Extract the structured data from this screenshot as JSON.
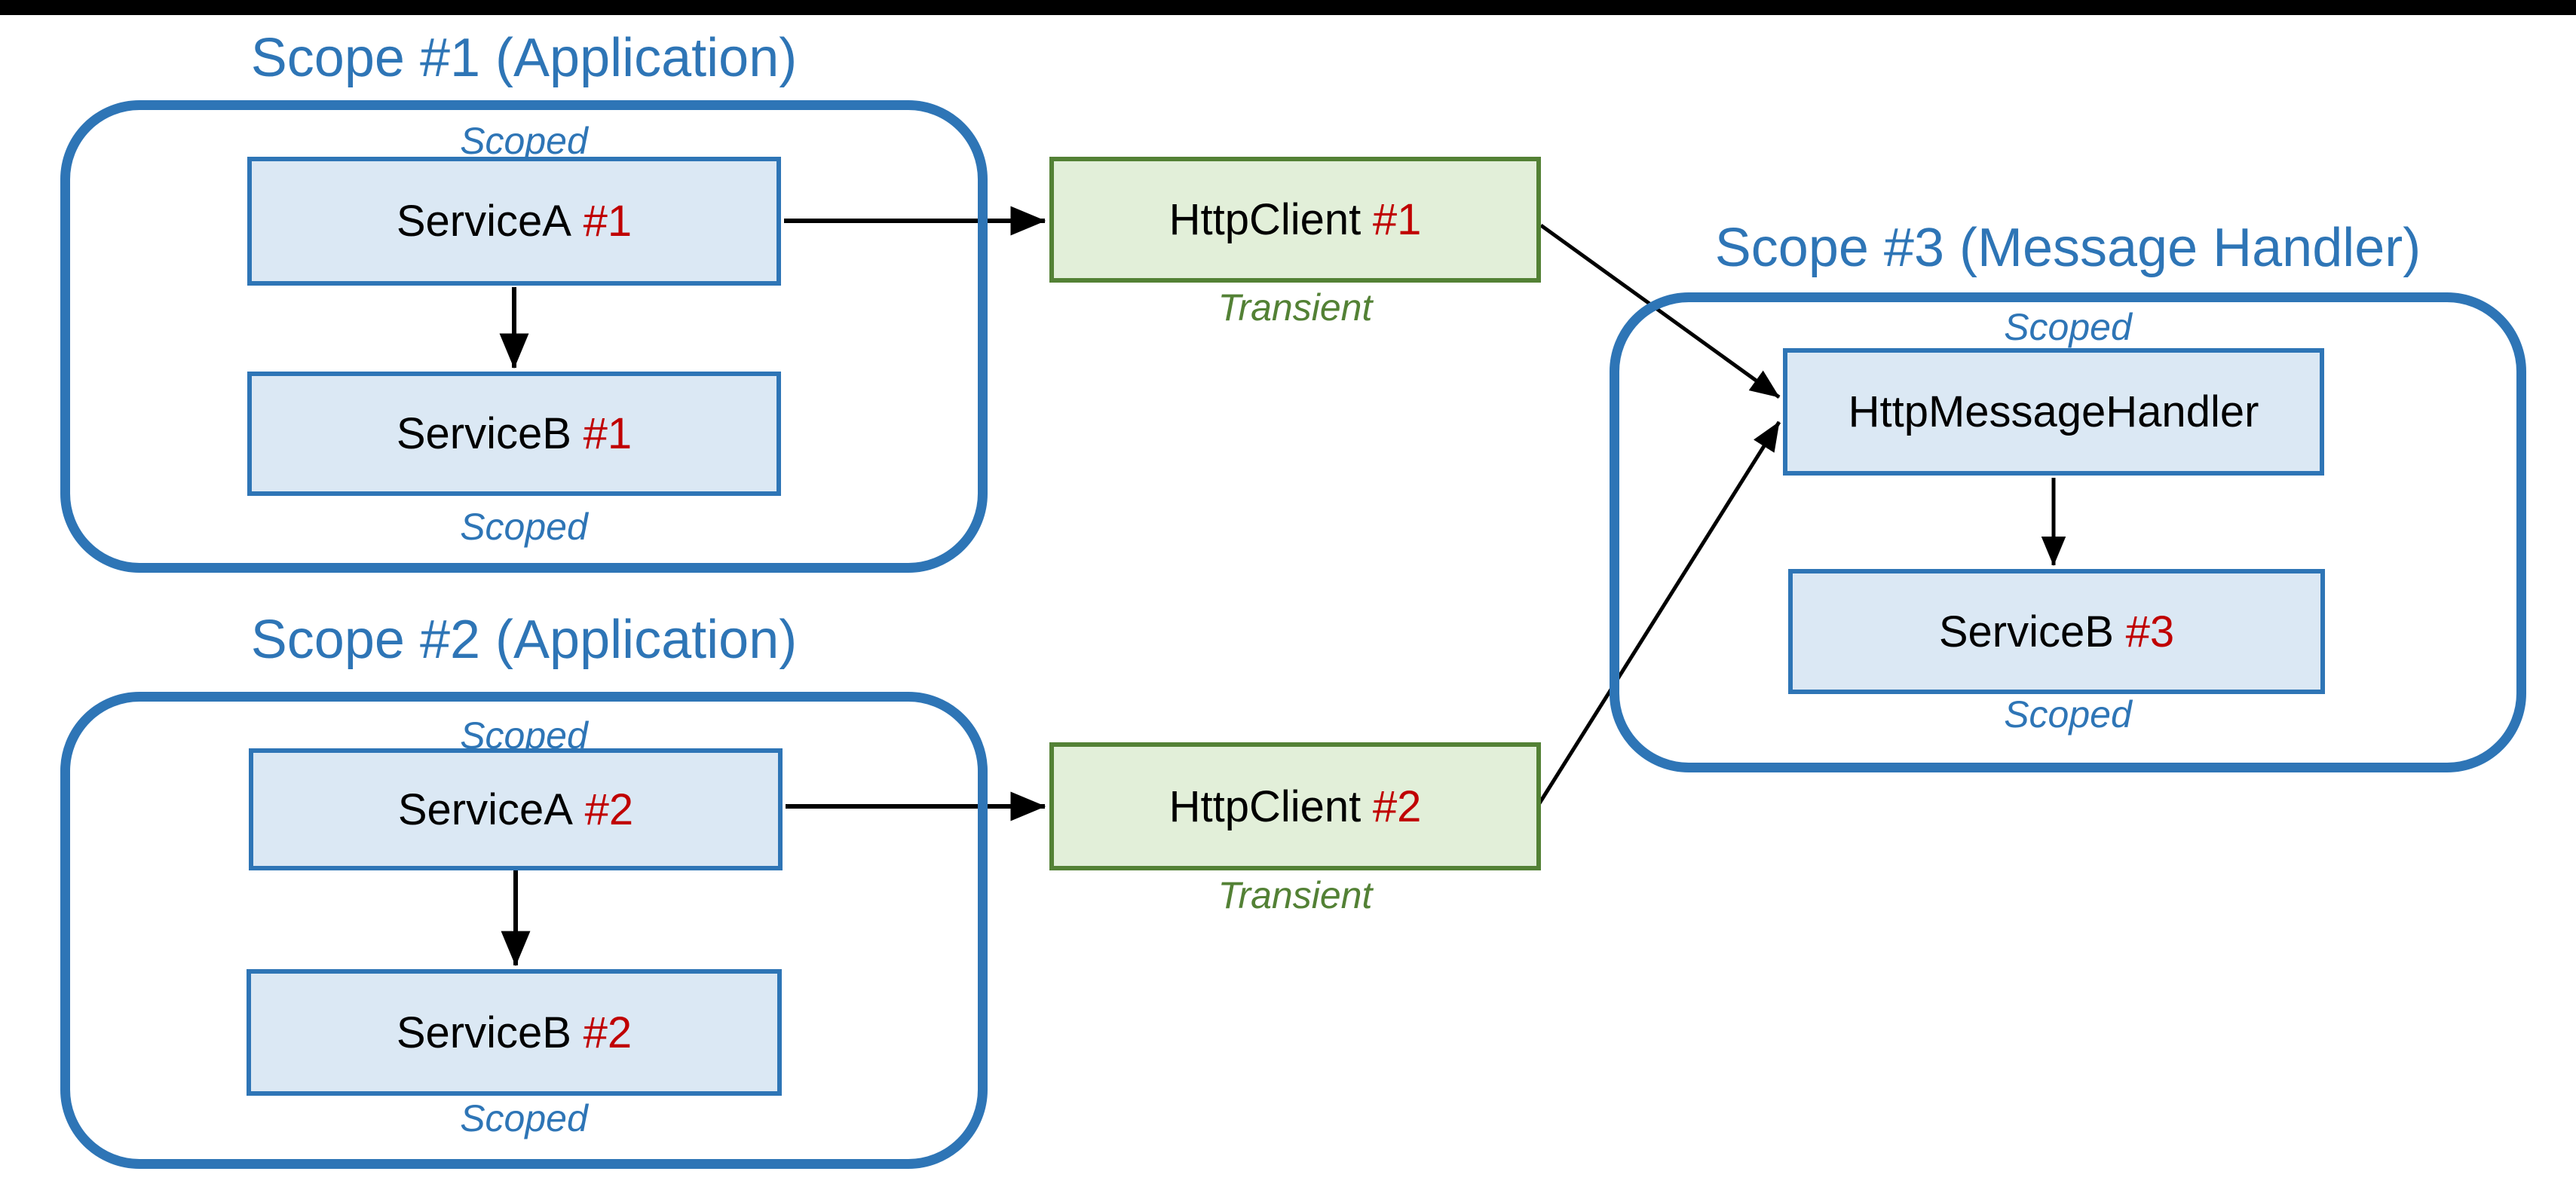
{
  "scope1": {
    "title": "Scope #1 (Application)",
    "scoped_top": "Scoped",
    "scoped_bottom": "Scoped",
    "service_a": {
      "name": "ServiceA",
      "instance": "#1"
    },
    "service_b": {
      "name": "ServiceB",
      "instance": "#1"
    }
  },
  "scope2": {
    "title": "Scope #2 (Application)",
    "scoped_top": "Scoped",
    "scoped_bottom": "Scoped",
    "service_a": {
      "name": "ServiceA",
      "instance": "#2"
    },
    "service_b": {
      "name": "ServiceB",
      "instance": "#2"
    }
  },
  "scope3": {
    "title": "Scope #3 (Message Handler)",
    "scoped_top": "Scoped",
    "scoped_bottom": "Scoped",
    "handler": {
      "name": "HttpMessageHandler",
      "instance": ""
    },
    "service_b": {
      "name": "ServiceB",
      "instance": "#3"
    }
  },
  "client1": {
    "name": "HttpClient",
    "instance": "#1",
    "lifetime": "Transient"
  },
  "client2": {
    "name": "HttpClient",
    "instance": "#2",
    "lifetime": "Transient"
  },
  "colors": {
    "scope_blue": "#2E75B6",
    "node_fill_blue": "#DBE8F4",
    "node_border_blue": "#2E75B6",
    "client_fill_green": "#E2EFD9",
    "client_border_green": "#538135",
    "lifetime_green": "#538135",
    "instance_red": "#C00000",
    "text_black": "#000000",
    "letterbox_black": "#000000"
  }
}
